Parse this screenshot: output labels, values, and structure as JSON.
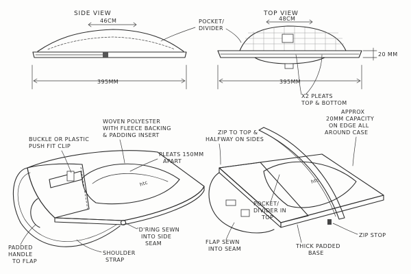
{
  "titles": {
    "side_view": "SIDE VIEW",
    "top_view": "TOP VIEW"
  },
  "dimensions": {
    "side_dome": "46CM",
    "top_dome": "48CM",
    "side_width": "395MM",
    "top_width": "395MM",
    "thickness": "20 MM"
  },
  "labels": {
    "pocket_divider_top": [
      "POCKET/",
      "DIVIDER"
    ],
    "pleats_top_bottom": [
      "X2 PLEATS",
      "TOP & BOTTOM"
    ],
    "woven_polyester": [
      "WOVEN POLYESTER",
      "WITH FLEECE BACKING",
      "& PADDING INSERT"
    ],
    "buckle_clip": [
      "BUCKLE OR PLASTIC",
      "PUSH FIT CLIP"
    ],
    "pleats_apart": [
      "PLEATS 150MM",
      "APART"
    ],
    "zip_to_top": [
      "ZIP TO TOP &",
      "HALFWAY ON SIDES"
    ],
    "capacity": [
      "APPROX",
      "20MM CAPACITY",
      "ON EDGE ALL",
      "AROUND CASE"
    ],
    "pocket_divider_in_top": [
      "POCKET/",
      "DIVIDER IN",
      "TOP"
    ],
    "zip_stop": [
      "ZIP STOP"
    ],
    "thick_padded_base": [
      "THICK PADDED",
      "BASE"
    ],
    "flap_sewn": [
      "FLAP SEWN",
      "INTO SEAM"
    ],
    "d_ring": [
      "'D'RING SEWN",
      "INTO SIDE",
      "SEAM"
    ],
    "shoulder_strap": [
      "SHOULDER",
      "STRAP"
    ],
    "padded_handle": [
      "PADDED",
      "HANDLE",
      "TO FLAP"
    ]
  }
}
